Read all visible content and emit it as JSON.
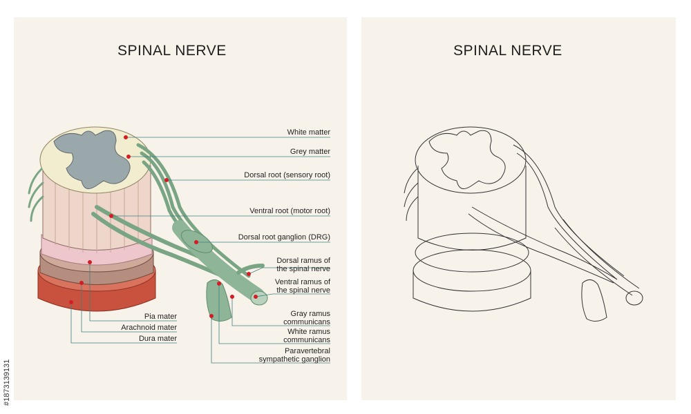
{
  "panels": {
    "left_title": "SPINAL NERVE",
    "right_title": "SPINAL NERVE"
  },
  "labels": {
    "white_matter": "White matter",
    "grey_matter": "Grey matter",
    "dorsal_root": "Dorsal root (sensory root)",
    "ventral_root": "Ventral root (motor root)",
    "drg": "Dorsal root ganglion (DRG)",
    "dorsal_ramus_1": "Dorsal ramus of",
    "dorsal_ramus_2": "the spinal nerve",
    "ventral_ramus_1": "Ventral ramus of",
    "ventral_ramus_2": "the spinal nerve",
    "gray_ramus_1": "Gray ramus",
    "gray_ramus_2": "communicans",
    "white_ramus_1": "White ramus",
    "white_ramus_2": "communicans",
    "paravertebral_1": "Paravertebral",
    "paravertebral_2": "sympathetic ganglion",
    "pia_mater": "Pia mater",
    "arachnoid_mater": "Arachnoid mater",
    "dura_mater": "Dura mater"
  },
  "stock_id": "#187313913​1",
  "colors": {
    "panel_bg": "#f8f3ea",
    "grey_matter": "#9aa8ab",
    "white_matter": "#f3edcf",
    "nerve": "#8fb598",
    "pia": "#eec7cc",
    "arachnoid": "#b58e7f",
    "dura": "#c9523f",
    "leader": "#3c7f80",
    "marker": "#d51c24"
  }
}
